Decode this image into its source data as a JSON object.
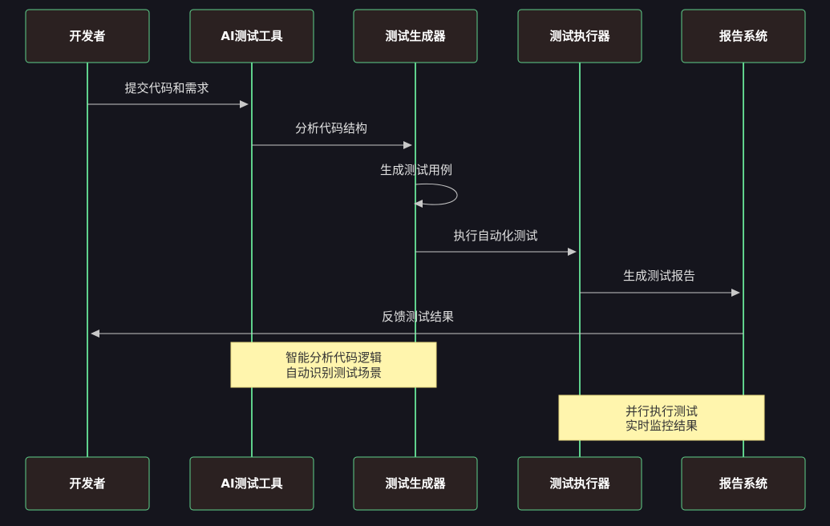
{
  "colors": {
    "background": "#15151d",
    "actor_fill": "#2b2121",
    "actor_border": "#5fd18c",
    "lifeline": "#5fd18c",
    "message": "#c8c8c8",
    "note_fill": "#fff5ad"
  },
  "actors": [
    {
      "id": "developer",
      "label": "开发者"
    },
    {
      "id": "ai_tool",
      "label": "AI测试工具"
    },
    {
      "id": "generator",
      "label": "测试生成器"
    },
    {
      "id": "executor",
      "label": "测试执行器"
    },
    {
      "id": "reporter",
      "label": "报告系统"
    }
  ],
  "messages": [
    {
      "from": "developer",
      "to": "ai_tool",
      "label": "提交代码和需求"
    },
    {
      "from": "ai_tool",
      "to": "generator",
      "label": "分析代码结构"
    },
    {
      "from": "generator",
      "to": "generator",
      "label": "生成测试用例"
    },
    {
      "from": "generator",
      "to": "executor",
      "label": "执行自动化测试"
    },
    {
      "from": "executor",
      "to": "reporter",
      "label": "生成测试报告"
    },
    {
      "from": "reporter",
      "to": "developer",
      "label": "反馈测试结果"
    }
  ],
  "notes": [
    {
      "over": [
        "ai_tool",
        "generator"
      ],
      "lines": [
        "智能分析代码逻辑",
        "自动识别测试场景"
      ]
    },
    {
      "over": [
        "executor",
        "reporter"
      ],
      "lines": [
        "并行执行测试",
        "实时监控结果"
      ]
    }
  ]
}
